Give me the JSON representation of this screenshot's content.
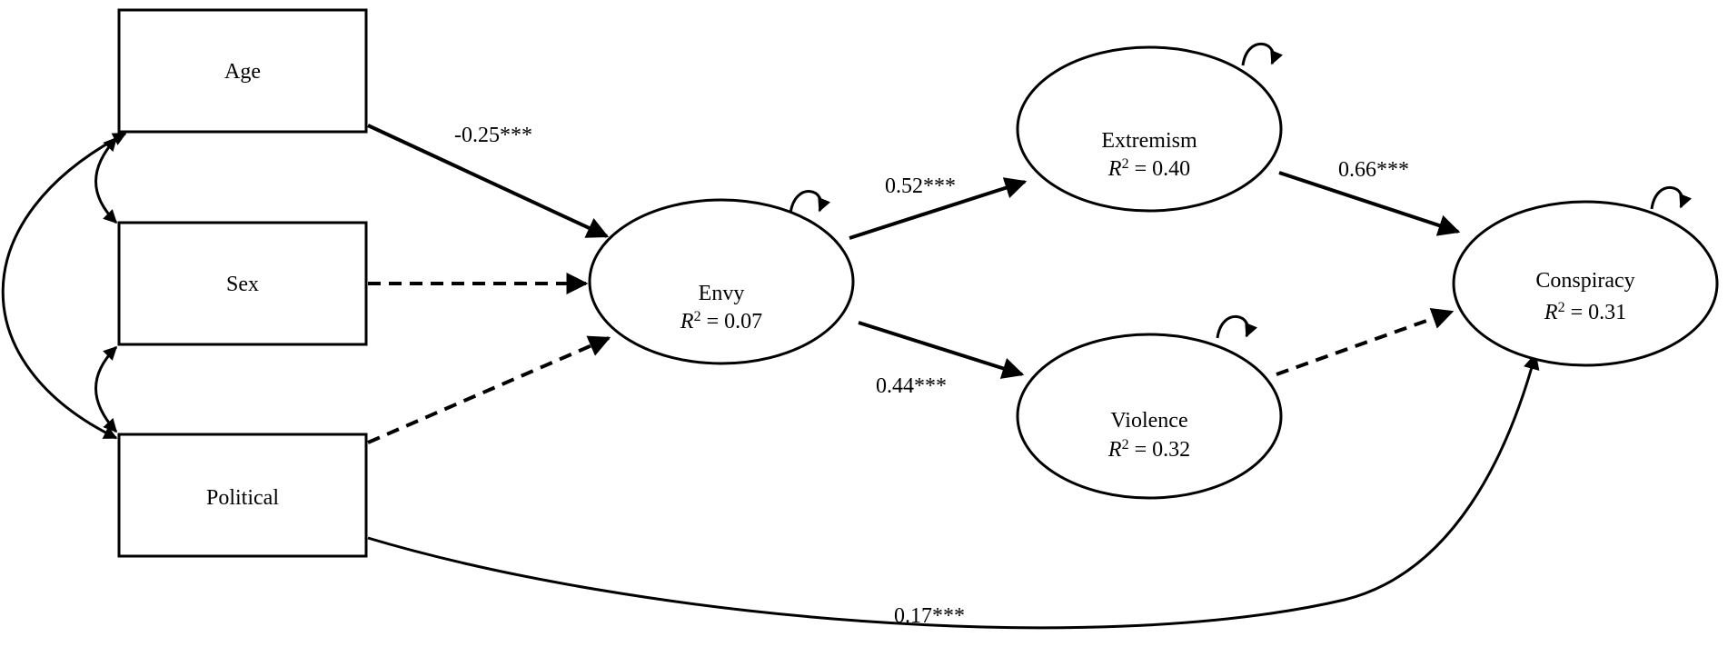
{
  "nodes": {
    "age": {
      "label": "Age"
    },
    "sex": {
      "label": "Sex"
    },
    "political": {
      "label": "Political"
    },
    "envy": {
      "label": "Envy",
      "r2_label": "R",
      "r2_value": "2 = 0.07"
    },
    "extremism": {
      "label": "Extremism",
      "r2_label": "R",
      "r2_value": "2 = 0.40"
    },
    "violence": {
      "label": "Violence",
      "r2_label": "R",
      "r2_value": "2 = 0.32"
    },
    "conspiracy": {
      "label": "Conspiracy",
      "r2_label": "R",
      "r2_value": "2 = 0.31"
    }
  },
  "paths": {
    "age_envy": "-0.25***",
    "envy_extremism": "0.52***",
    "envy_violence": "0.44***",
    "extremism_conspiracy": "0.66***",
    "political_conspiracy": "0.17***"
  }
}
